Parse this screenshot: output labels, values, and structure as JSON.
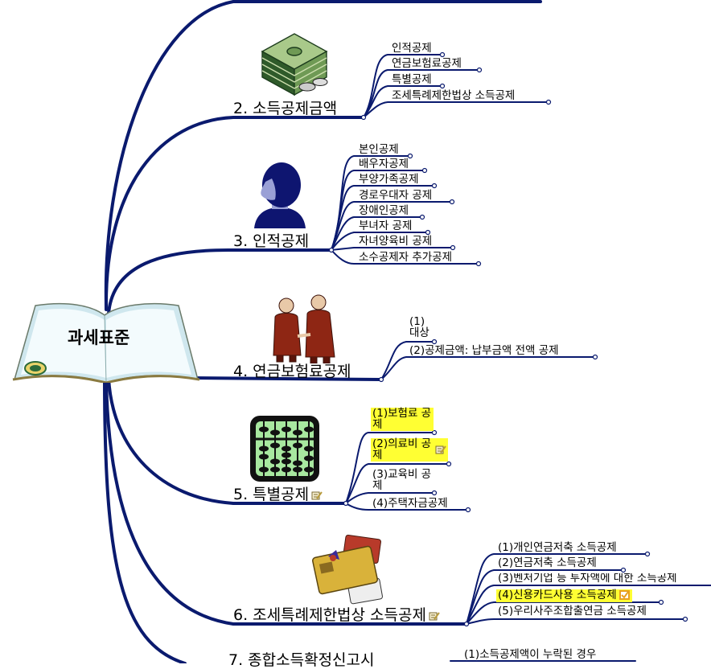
{
  "root": {
    "label": "과세표준"
  },
  "branches": [
    {
      "label": "2. 소득공제금액",
      "children": [
        {
          "label": "인적공제"
        },
        {
          "label": "연금보험료공제"
        },
        {
          "label": "특별공제"
        },
        {
          "label": "조세특례제한법상 소득공제"
        }
      ]
    },
    {
      "label": "3. 인적공제",
      "children": [
        {
          "label": "본인공제"
        },
        {
          "label": "배우자공제"
        },
        {
          "label": "부양가족공제"
        },
        {
          "label": "경로우대자 공제"
        },
        {
          "label": "장애인공제"
        },
        {
          "label": "부녀자 공제"
        },
        {
          "label": "자녀양육비 공제"
        },
        {
          "label": "소수공제자 추가공제"
        }
      ]
    },
    {
      "label": "4. 연금보험료공제",
      "children": [
        {
          "label": "(1) 대상"
        },
        {
          "label": "(2)공제금액: 납부금액 전액 공제"
        }
      ]
    },
    {
      "label": "5. 특별공제",
      "children": [
        {
          "label": "(1)보험료 공제",
          "highlight": true
        },
        {
          "label": "(2)의료비 공제",
          "highlight": true
        },
        {
          "label": "(3)교육비 공제"
        },
        {
          "label": "(4)주택자금공제"
        }
      ]
    },
    {
      "label": "6. 조세특례제한법상 소득공제",
      "children": [
        {
          "label": "(1)개인연금저축 소득공제"
        },
        {
          "label": "(2)연금저축 소득공제"
        },
        {
          "label": "(3)벤처기업 등 투자액에 대한 소득공제"
        },
        {
          "label": "(4)신용카드사용 소득공제",
          "highlight": true
        },
        {
          "label": "(5)우리사주조합출연금 소득공제"
        }
      ]
    },
    {
      "label": "7. 종합소득확정신고시",
      "children": [
        {
          "label": "(1)소득공제액이 누락된 경우"
        }
      ]
    }
  ],
  "icons": [
    "money-stack-icon",
    "person-silhouette-icon",
    "elderly-couple-icon",
    "abacus-icon",
    "credit-card-icon",
    "note-pencil-icon",
    "checkbox-icon",
    "book-icon"
  ],
  "colors": {
    "line": "#0a1a6e",
    "highlight": "#ffff33",
    "note_icon": "#b89b3c",
    "checkbox": "#e8a020"
  }
}
